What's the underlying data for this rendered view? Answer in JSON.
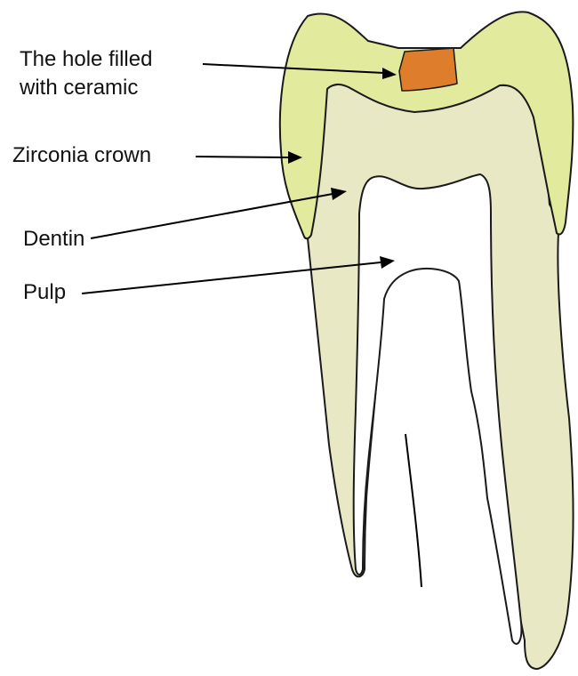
{
  "labels": {
    "filling_line1": "The hole filled",
    "filling_line2": "with ceramic",
    "crown": "Zirconia crown",
    "dentin": "Dentin",
    "pulp": "Pulp"
  },
  "colors": {
    "crown": "#e2ea9e",
    "dentin": "#e8e8c4",
    "filling": "#de7e2c",
    "pulp": "#ffffff",
    "outline": "#1a1a1a"
  }
}
